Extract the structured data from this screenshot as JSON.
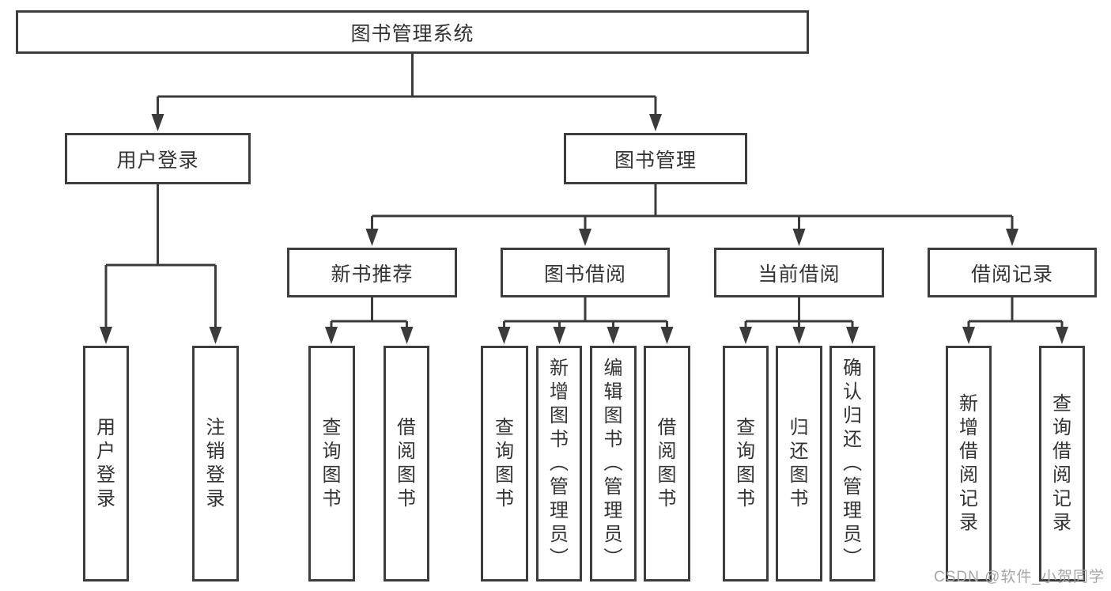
{
  "diagram": {
    "root": {
      "id": "library-system",
      "label": "图书管理系统"
    },
    "level2": [
      {
        "id": "user-login",
        "label": "用户登录",
        "parent": "library-system"
      },
      {
        "id": "book-management",
        "label": "图书管理",
        "parent": "library-system"
      }
    ],
    "level3": [
      {
        "id": "new-book-recommend",
        "label": "新书推荐",
        "parent": "book-management"
      },
      {
        "id": "book-borrow",
        "label": "图书借阅",
        "parent": "book-management"
      },
      {
        "id": "current-borrow",
        "label": "当前借阅",
        "parent": "book-management"
      },
      {
        "id": "borrow-records",
        "label": "借阅记录",
        "parent": "book-management"
      }
    ],
    "leaves": [
      {
        "label": "用户登录",
        "parent": "user-login"
      },
      {
        "label": "注销登录",
        "parent": "user-login"
      },
      {
        "label": "查询图书",
        "parent": "new-book-recommend"
      },
      {
        "label": "借阅图书",
        "parent": "new-book-recommend"
      },
      {
        "label": "查询图书",
        "parent": "book-borrow"
      },
      {
        "label": "新增图书（管理员）",
        "parent": "book-borrow"
      },
      {
        "label": "编辑图书（管理员）",
        "parent": "book-borrow"
      },
      {
        "label": "借阅图书",
        "parent": "book-borrow"
      },
      {
        "label": "查询图书",
        "parent": "current-borrow"
      },
      {
        "label": "归还图书",
        "parent": "current-borrow"
      },
      {
        "label": "确认归还（管理员）",
        "parent": "current-borrow"
      },
      {
        "label": "新增借阅记录",
        "parent": "borrow-records"
      },
      {
        "label": "查询借阅记录",
        "parent": "borrow-records"
      }
    ],
    "watermark": "CSDN @软件_小贺同学",
    "colors": {
      "line": "#3b3b3b",
      "border": "#3d3d3d",
      "text": "#333333",
      "watermark_text": "#a6a6a6",
      "background": "#ffffff"
    }
  }
}
